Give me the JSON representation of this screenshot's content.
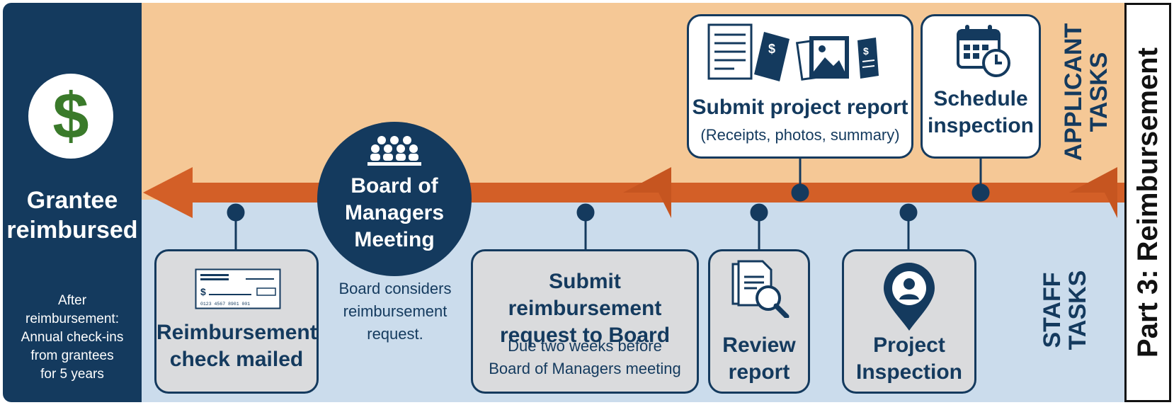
{
  "colors": {
    "navy": "#143a5e",
    "applicant_band": "#f5c896",
    "staff_band": "#cbdcec",
    "arrow": "#d35f27",
    "dollar": "#3a7a2a",
    "box_gray": "#dadbdd"
  },
  "part_title": "Part 3: Reimbursement",
  "lanes": {
    "applicant": [
      "APPLICANT",
      "TASKS"
    ],
    "staff": [
      "STAFF",
      "TASKS"
    ]
  },
  "grantee": {
    "icon": "dollar-icon",
    "symbol": "$",
    "title": [
      "Grantee",
      "reimbursed"
    ],
    "note": [
      "After",
      "reimbursement:",
      "Annual check-ins",
      "from grantees",
      "for 5 years"
    ]
  },
  "board_meeting": {
    "icon": "audience-icon",
    "title": [
      "Board of",
      "Managers",
      "Meeting"
    ],
    "note": [
      "Board considers",
      "reimbursement",
      "request."
    ]
  },
  "applicant_tasks": {
    "submit_report": {
      "icon": "documents-receipts-photos-icon",
      "title": "Submit project report",
      "subtitle": "(Receipts, photos, summary)"
    },
    "schedule_inspection": {
      "icon": "calendar-clock-icon",
      "title": [
        "Schedule",
        "inspection"
      ]
    }
  },
  "staff_tasks": {
    "check_mailed": {
      "icon": "check-icon",
      "title": [
        "Reimbursement",
        "check mailed"
      ],
      "check_symbol": "$",
      "check_digits": "0123 4567 8901 001"
    },
    "submit_request": {
      "title": [
        "Submit reimbursement",
        "request to Board"
      ],
      "subtitle": [
        "Due two weeks before",
        "Board of Managers meeting"
      ]
    },
    "review_report": {
      "icon": "document-magnifier-icon",
      "title": [
        "Review",
        "report"
      ]
    },
    "project_inspection": {
      "icon": "location-person-icon",
      "title": [
        "Project",
        "Inspection"
      ]
    }
  }
}
